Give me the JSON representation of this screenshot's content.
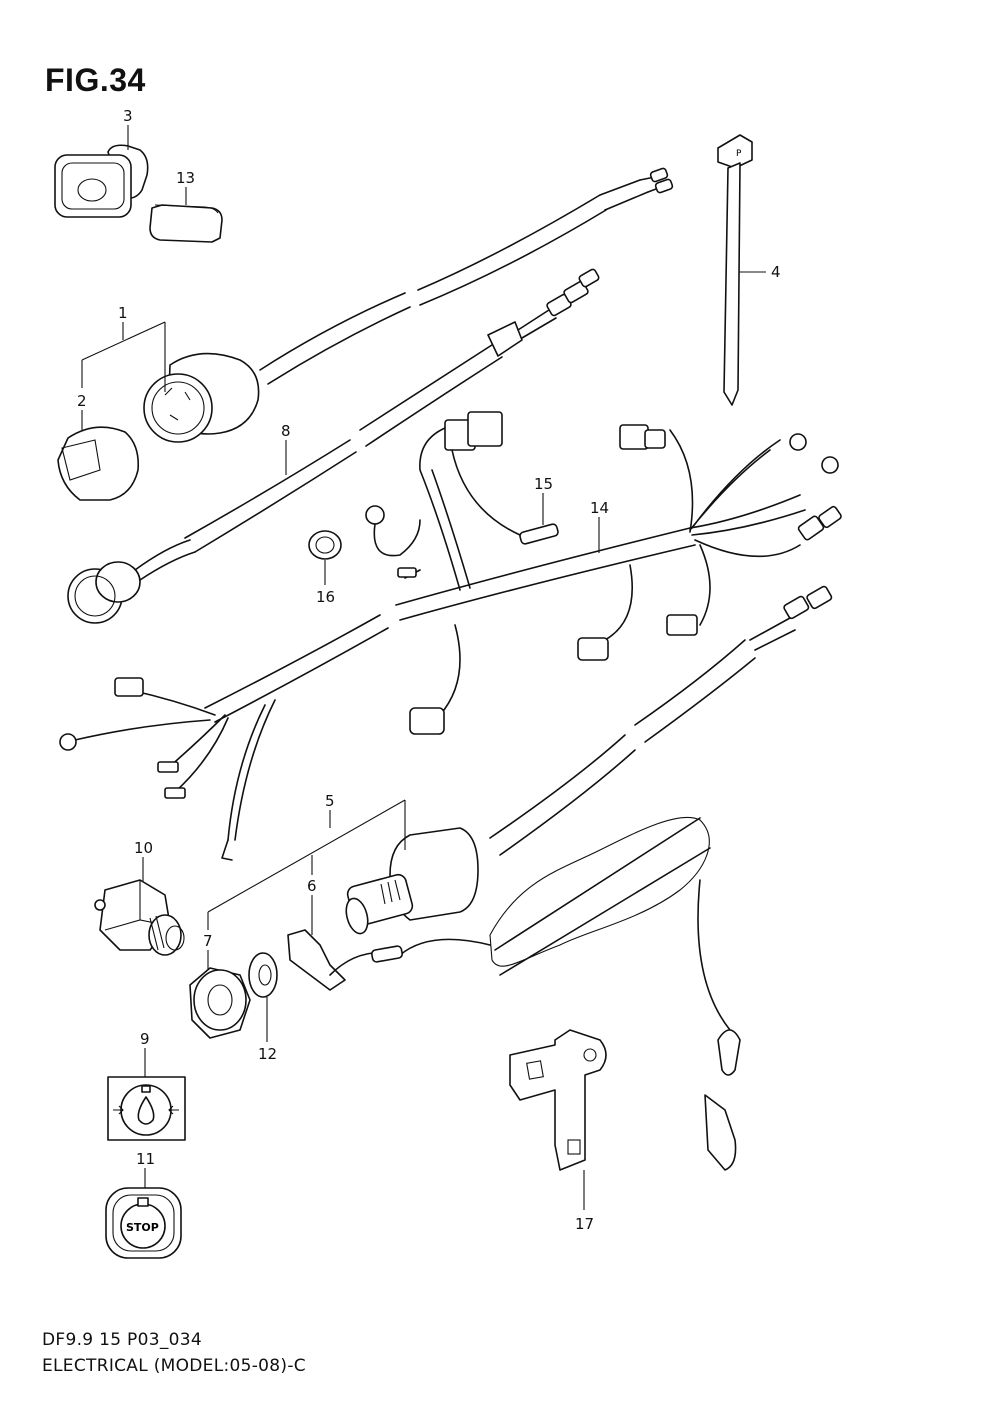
{
  "figure": {
    "title": "FIG.34"
  },
  "footer": {
    "code": "DF9.9 15 P03_034",
    "description": "ELECTRICAL (MODEL:05-08)-C"
  },
  "callouts": {
    "p1": "1",
    "p2": "2",
    "p3": "3",
    "p4": "4",
    "p5": "5",
    "p6": "6",
    "p7": "7",
    "p8": "8",
    "p9": "9",
    "p10": "10",
    "p11": "11",
    "p12": "12",
    "p13": "13",
    "p14": "14",
    "p15": "15",
    "p16": "16",
    "p17": "17"
  },
  "stop_label": "STOP"
}
